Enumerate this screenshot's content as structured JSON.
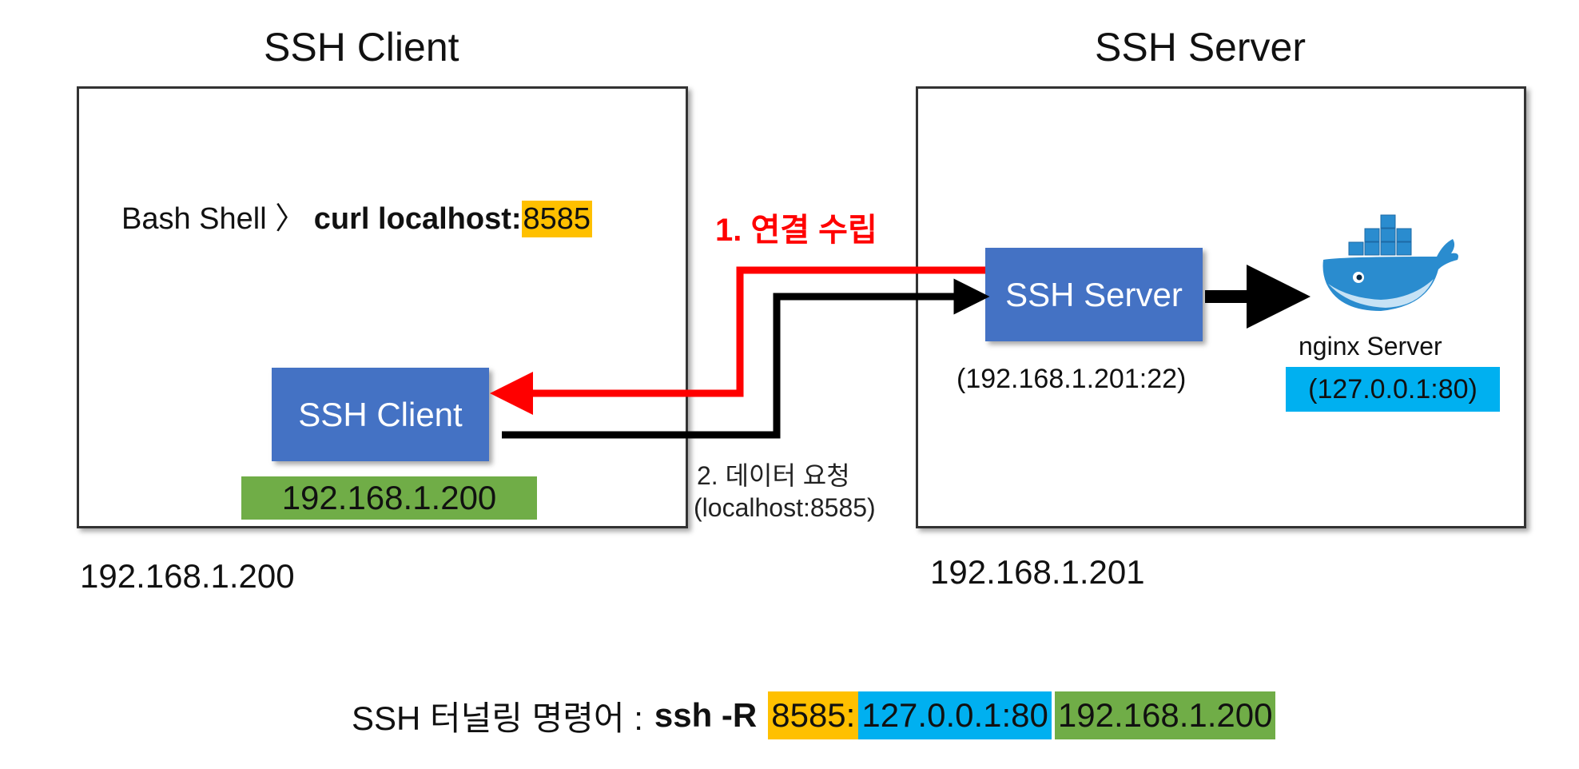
{
  "client": {
    "title": "SSH Client",
    "command_prefix": "Bash Shell 〉",
    "command_bold": "curl localhost:",
    "command_port": "8585",
    "node_label": "SSH Client",
    "ip_badge": "192.168.1.200",
    "host_ip": "192.168.1.200"
  },
  "server": {
    "title": "SSH Server",
    "node_label": "SSH Server",
    "node_address": "(192.168.1.201:22)",
    "nginx_label": "nginx Server",
    "nginx_address": "(127.0.0.1:80)",
    "host_ip": "192.168.1.201"
  },
  "arrows": {
    "step1": "1. 연결 수립",
    "step2_line1": "2. 데이터 요청",
    "step2_line2": "(localhost:8585)"
  },
  "tunnel": {
    "label": "SSH 터널링 명령어 :",
    "command": "ssh -R",
    "local_port": "8585:",
    "target": "127.0.0.1:80",
    "remote_host": "192.168.1.200"
  },
  "colors": {
    "node_fill": "#4472c4",
    "connect_arrow": "#ff0000",
    "data_arrow": "#000000",
    "highlight_orange": "#ffc000",
    "highlight_blue": "#00b0f0",
    "highlight_green": "#70ad47"
  },
  "icons": [
    "docker-whale-icon"
  ]
}
